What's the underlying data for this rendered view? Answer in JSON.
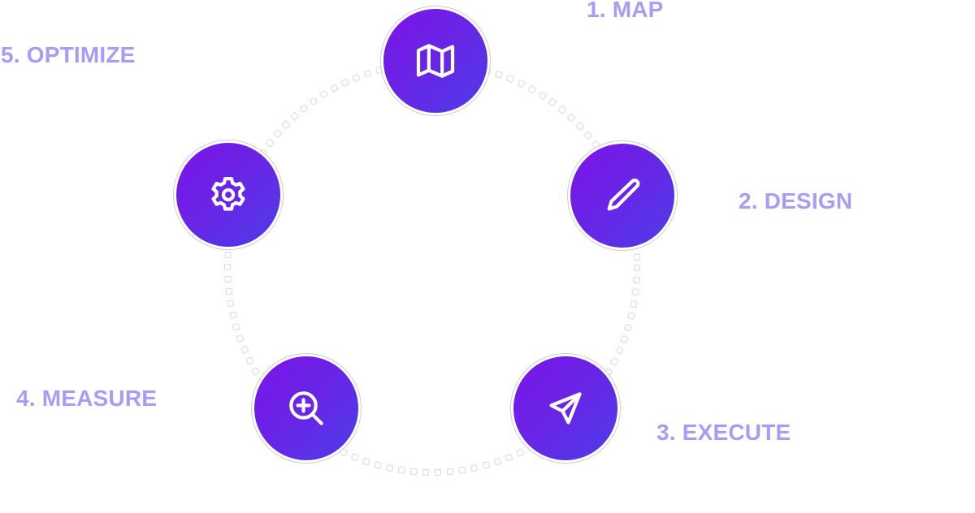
{
  "diagram": {
    "title": "",
    "accent_colors": {
      "gradient_start": "#7c14e8",
      "gradient_end": "#4d3ce8",
      "label": "#a99cf6",
      "connector": "#d9d9d9"
    },
    "steps": [
      {
        "number": 1,
        "label": "1. MAP",
        "icon": "map-icon"
      },
      {
        "number": 2,
        "label": "2. DESIGN",
        "icon": "pencil-icon"
      },
      {
        "number": 3,
        "label": "3. EXECUTE",
        "icon": "send-icon"
      },
      {
        "number": 4,
        "label": "4. MEASURE",
        "icon": "zoom-in-icon"
      },
      {
        "number": 5,
        "label": "5. OPTIMIZE",
        "icon": "gear-icon"
      }
    ],
    "connections": [
      {
        "from": 1,
        "to": 2
      },
      {
        "from": 2,
        "to": 3
      },
      {
        "from": 3,
        "to": 4
      },
      {
        "from": 4,
        "to": 5
      },
      {
        "from": 5,
        "to": 1
      }
    ]
  }
}
